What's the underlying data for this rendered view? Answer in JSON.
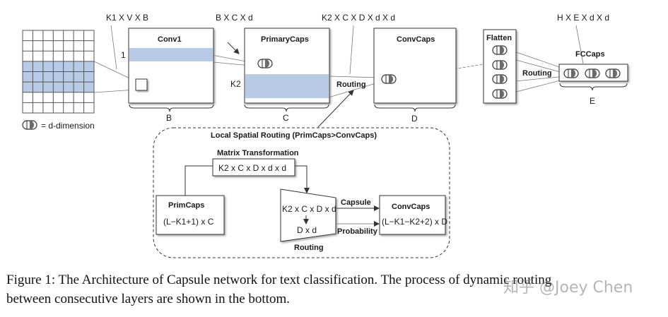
{
  "top": {
    "dims_k1": "K1 X V X B",
    "dims_bcd": "B X C X d",
    "dims_k2": "K2 X C X D X d X d",
    "dims_h": "H X E X d X d",
    "conv1": "Conv1",
    "row_one": "1",
    "primary_caps": "PrimaryCaps",
    "k2": "K2",
    "routing_mid": "Routing",
    "conv_caps": "ConvCaps",
    "flatten": "Flatten",
    "routing_right": "Routing",
    "fc_caps": "FCCaps",
    "brace_b": "B",
    "brace_c": "C",
    "brace_d": "D",
    "brace_e": "E",
    "legend": "= d-dimension"
  },
  "inset": {
    "title": "Local Spatial Routing (PrimCaps>ConvCaps)",
    "matrix_title": "Matrix Transformation",
    "matrix_dims": "K2 x C x D x d x d",
    "primcaps": "PrimCaps",
    "primcaps_dims": "(L−K1+1) x C",
    "trap_top": "K2 x C x D x d",
    "trap_bottom": "D x d",
    "routing": "Routing",
    "capsule": "Capsule",
    "probability": "Probability",
    "convcaps": "ConvCaps",
    "convcaps_dims": "(L−K1−K2+2) x D"
  },
  "caption": {
    "line1": "Figure 1: The Architecture of Capsule network for text classification. The process of dynamic routing",
    "line2": "between consecutive layers are shown in the bottom."
  },
  "watermark": "知乎 @Joey Chen",
  "colors": {
    "highlight": "#b8cbe6",
    "line": "#444444"
  }
}
